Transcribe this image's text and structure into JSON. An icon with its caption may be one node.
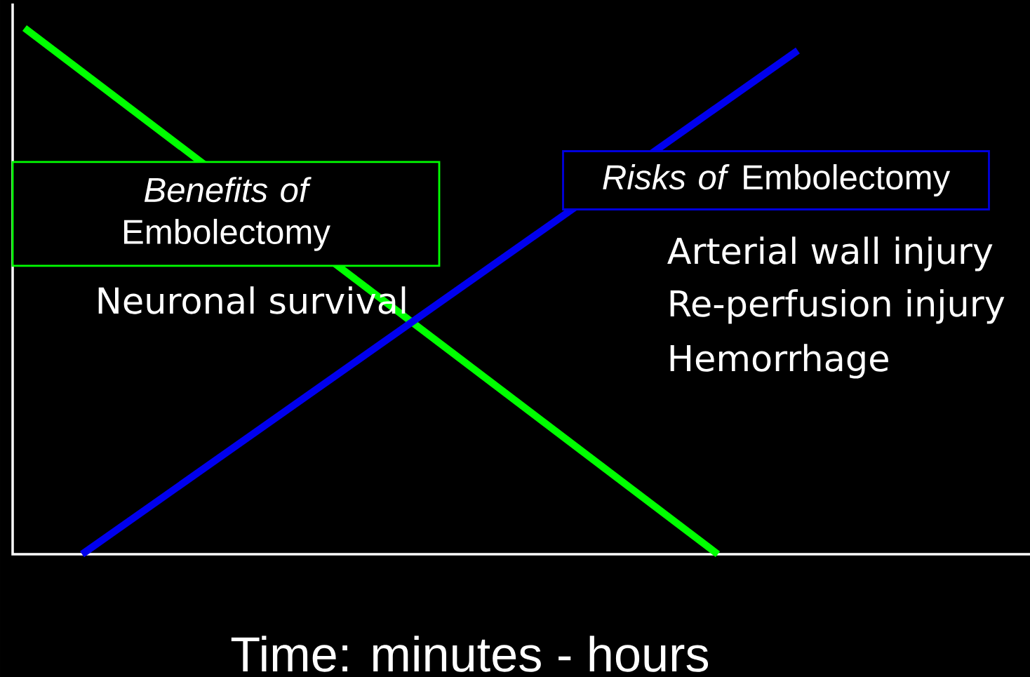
{
  "diagram": {
    "nodes": [
      {
        "text": [
          "*Benefits of* Embolectomy"
        ]
      },
      {
        "text": [
          "*Risks of* Embolectomy"
        ]
      }
    ],
    "labels": [
      "Neuronal survival",
      "Arterial wall injury",
      "Re-perfusion injury",
      "Hemorrhage",
      "Time: minutes - hours"
    ]
  }
}
